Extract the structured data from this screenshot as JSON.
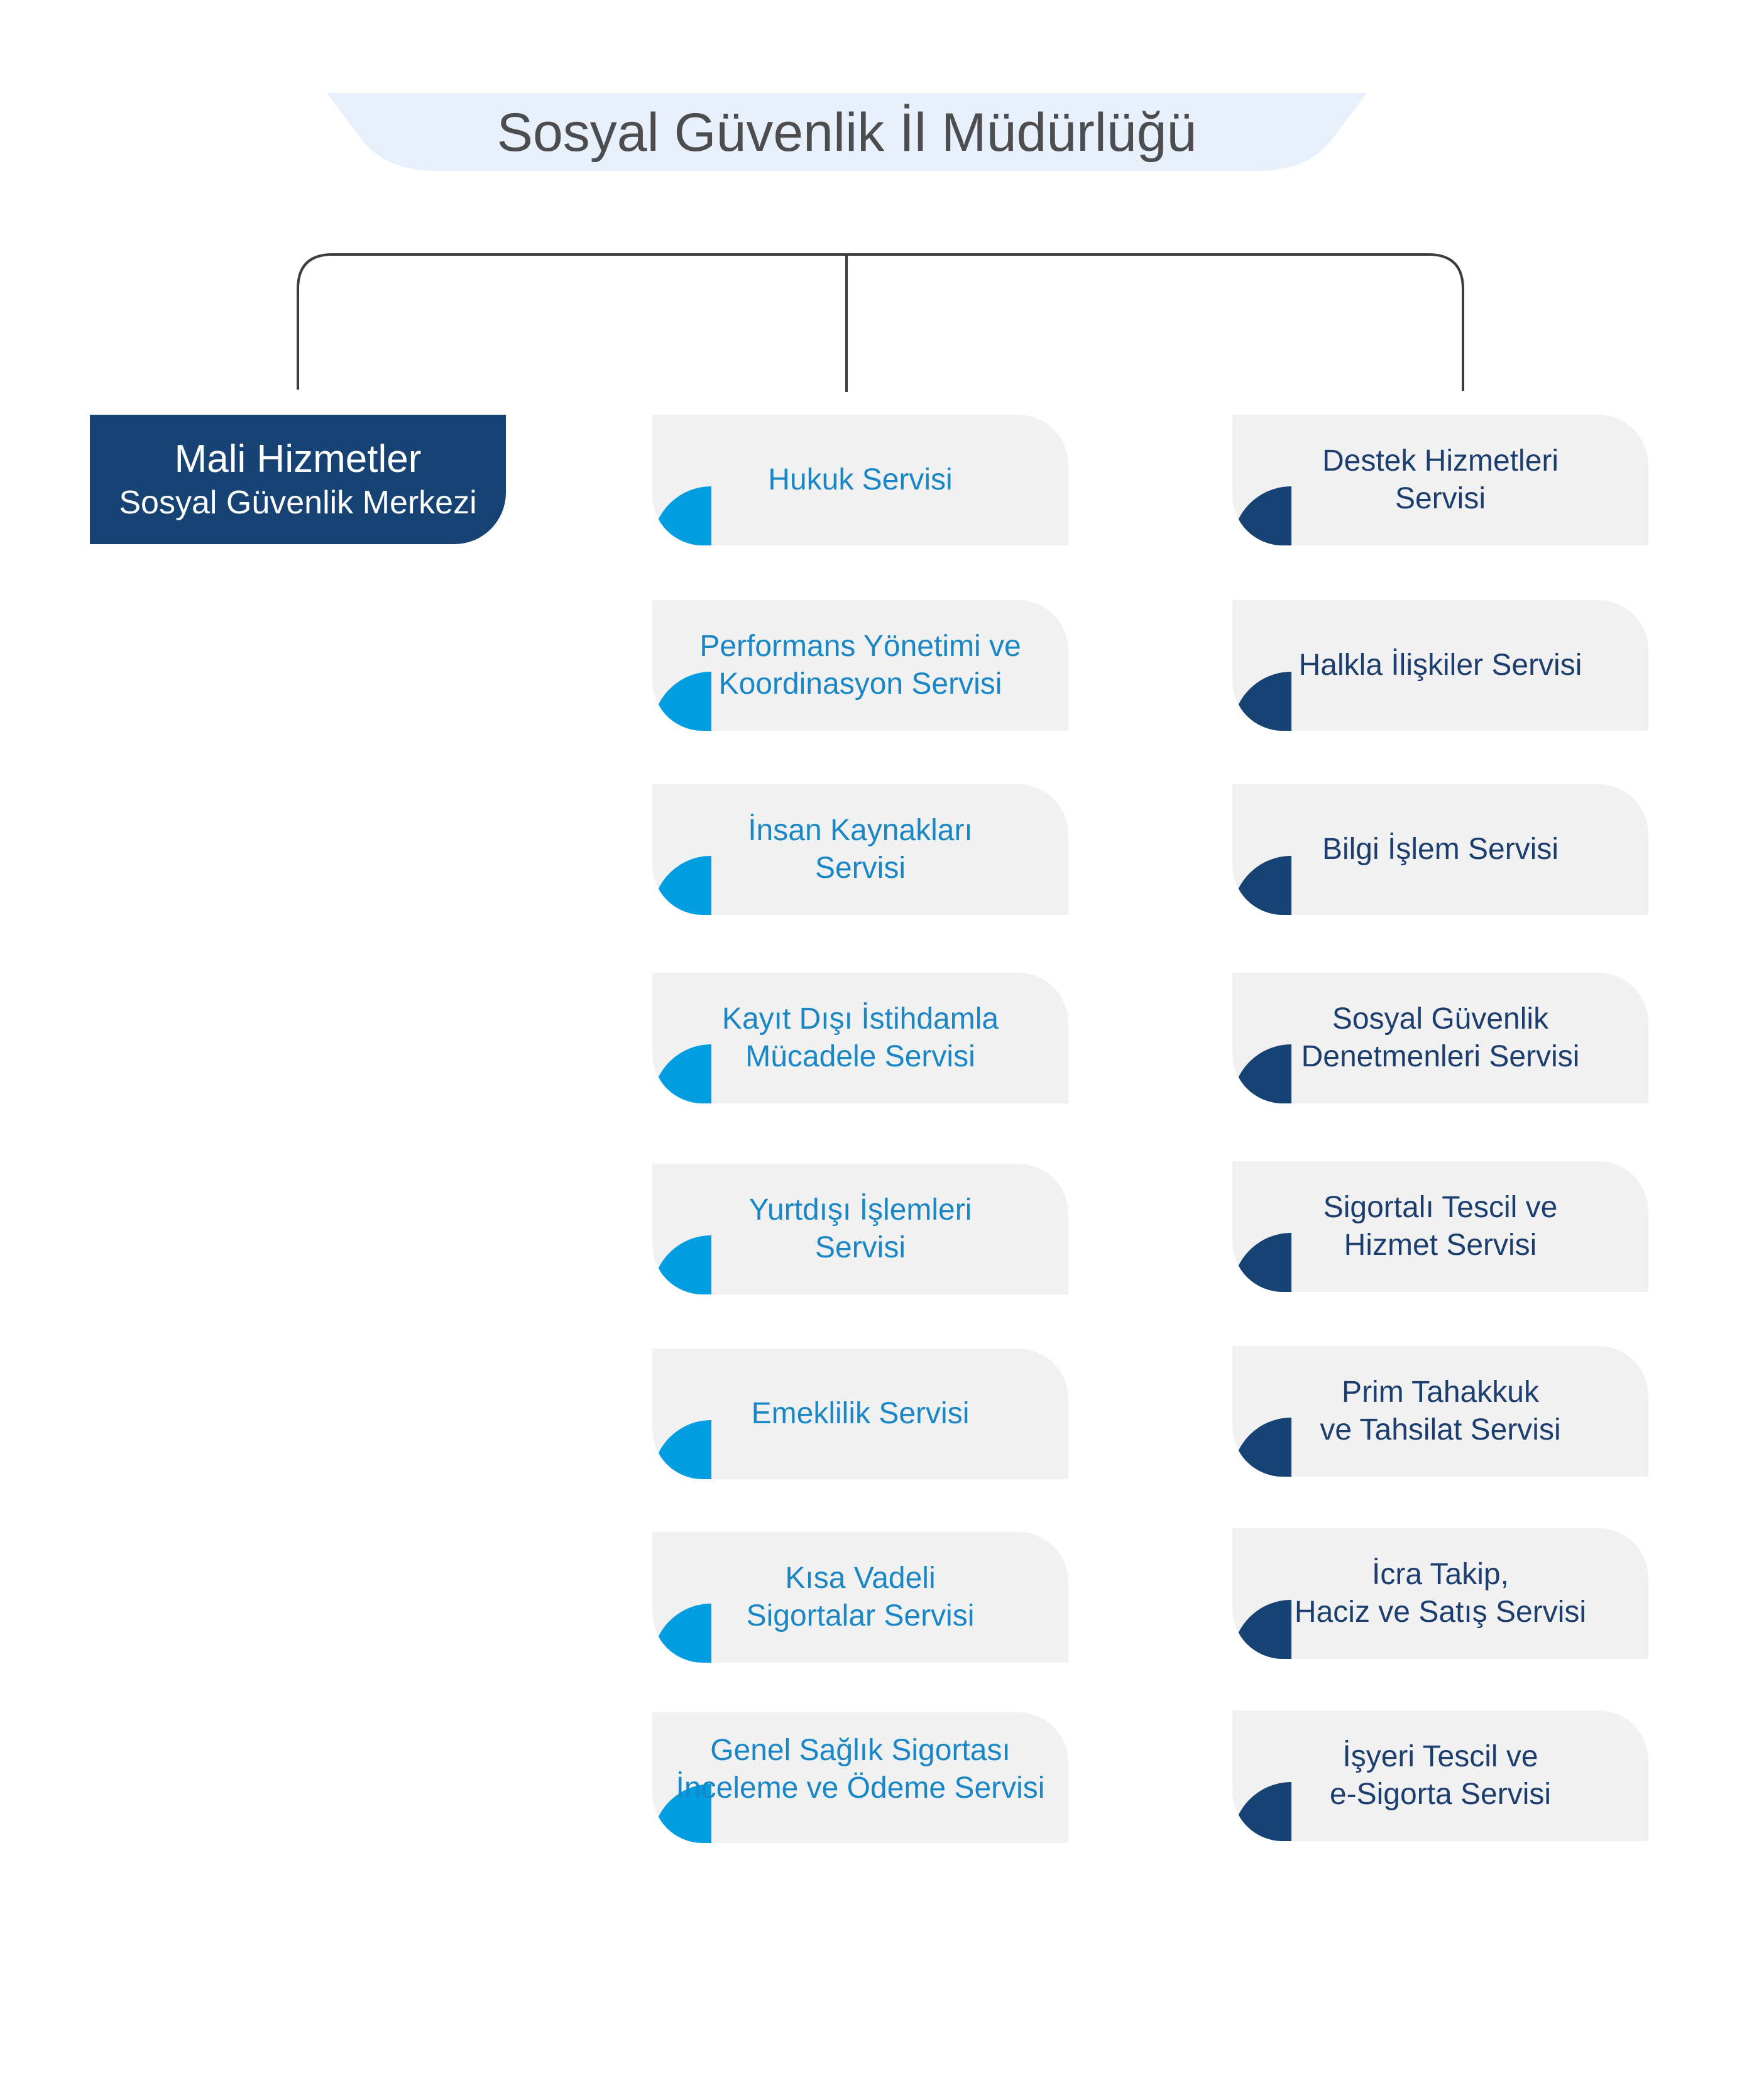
{
  "title": "Sosyal Güvenlik İl Müdürlüğü",
  "colors": {
    "title_bg": "#e8f0fb",
    "navy": "#164373",
    "blue": "#009de0",
    "box_bg": "#f1f1f2",
    "connector": "#3c3c3c"
  },
  "main_unit": {
    "line1": "Mali Hizmetler",
    "line2": "Sosyal Güvenlik Merkezi"
  },
  "middle_column": [
    {
      "label": "Hukuk Servisi"
    },
    {
      "label": "Performans Yönetimi ve\nKoordinasyon Servisi"
    },
    {
      "label": "İnsan Kaynakları\nServisi"
    },
    {
      "label": "Kayıt Dışı İstihdamla\nMücadele Servisi"
    },
    {
      "label": "Yurtdışı İşlemleri\nServisi"
    },
    {
      "label": "Emeklilik Servisi"
    },
    {
      "label": "Kısa Vadeli\nSigortalar Servisi"
    },
    {
      "label": "Genel Sağlık Sigortası\nİnceleme ve Ödeme Servisi"
    }
  ],
  "right_column": [
    {
      "label": "Destek Hizmetleri\nServisi"
    },
    {
      "label": "Halkla İlişkiler Servisi"
    },
    {
      "label": "Bilgi İşlem Servisi"
    },
    {
      "label": "Sosyal Güvenlik\nDenetmenleri Servisi"
    },
    {
      "label": "Sigortalı Tescil ve\nHizmet Servisi"
    },
    {
      "label": "Prim Tahakkuk\nve Tahsilat Servisi"
    },
    {
      "label": "İcra Takip,\nHaciz ve Satış Servisi"
    },
    {
      "label": "İşyeri Tescil ve\ne-Sigorta Servisi"
    }
  ]
}
